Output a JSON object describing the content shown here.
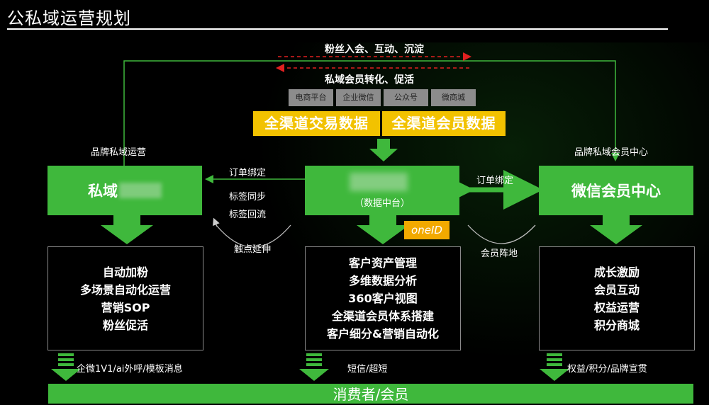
{
  "title": "公私域运营规划",
  "top_loop": {
    "line1": "粉丝入会、互动、沉淀",
    "line2": "私域会员转化、促活"
  },
  "channels": [
    "电商平台",
    "企业微信",
    "公众号",
    "微商城"
  ],
  "data_bars": [
    "全渠道交易数据",
    "全渠道会员数据"
  ],
  "left": {
    "caption": "品牌私域运营",
    "box_title": "私域",
    "items": [
      "自动加粉",
      "多场景自动化运营",
      "营销SOP",
      "粉丝促活"
    ],
    "bottom_label": "企微1V1/ai外呼/模板消息"
  },
  "middle": {
    "box_sub": "（数据中台）",
    "badge": "oneID",
    "items": [
      "客户资产管理",
      "多维数据分析",
      "360客户视图",
      "全渠道会员体系搭建",
      "客户细分&营销自动化"
    ],
    "bottom_label": "短信/超短"
  },
  "right": {
    "caption": "品牌私域会员中心",
    "box_title": "微信会员中心",
    "items": [
      "成长激励",
      "会员互动",
      "权益运营",
      "积分商城"
    ],
    "bottom_label": "权益/积分/品牌宣贯"
  },
  "connectors": {
    "left_mid": [
      "订单绑定",
      "标签同步",
      "标签回流"
    ],
    "left_mid_loop": "触点延伸",
    "mid_right": "订单绑定",
    "mid_right_loop": "会员阵地"
  },
  "footer": "消费者/会员",
  "colors": {
    "green": "#3fb83c",
    "yellow": "#f2c200",
    "orange": "#f2a900",
    "red": "#e02020"
  }
}
